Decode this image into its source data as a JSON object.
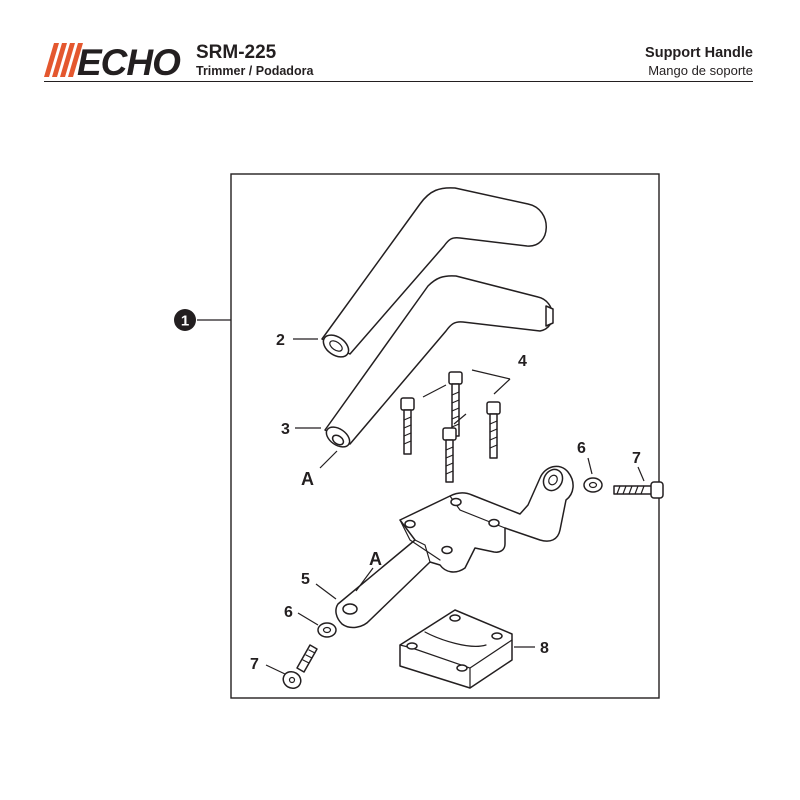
{
  "header": {
    "brand": "ECHO",
    "model": "SRM-225",
    "product": "Trimmer / Podadora",
    "section_title": "Support Handle",
    "section_subtitle": "Mango de soporte",
    "brand_color": "#e4572e"
  },
  "diagram": {
    "assembly_callout": "1",
    "callouts": {
      "handle_grip": "2",
      "handle_bar": "3",
      "screws": "4",
      "bracket": "5",
      "washer_lower": "6",
      "washer_upper": "6",
      "bolt_lower": "7",
      "bolt_upper": "7",
      "clamp": "8"
    },
    "reference_marks": {
      "upper": "A",
      "lower": "A"
    }
  }
}
